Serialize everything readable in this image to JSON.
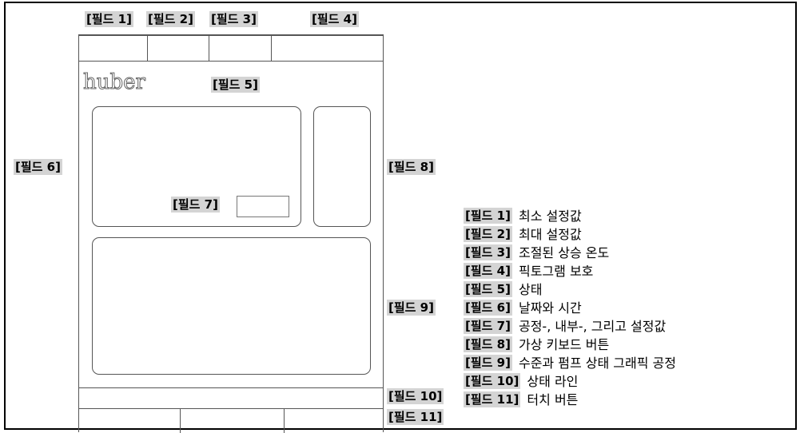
{
  "logo": "huber",
  "tags": {
    "f1": "[필드 1]",
    "f2": "[필드 2]",
    "f3": "[필드 3]",
    "f4": "[필드 4]",
    "f5": "[필드 5]",
    "f6": "[필드 6]",
    "f7": "[필드 7]",
    "f8": "[필드 8]",
    "f9": "[필드 9]",
    "f10": "[필드 10]",
    "f11": "[필드 11]"
  },
  "legend": [
    {
      "tag": "[필드 1]",
      "desc": "최소 설정값"
    },
    {
      "tag": "[필드 2]",
      "desc": "최대 설정값"
    },
    {
      "tag": "[필드 3]",
      "desc": "조절된 상승 온도"
    },
    {
      "tag": "[필드 4]",
      "desc": "픽토그램 보호"
    },
    {
      "tag": "[필드 5]",
      "desc": "상태"
    },
    {
      "tag": "[필드 6]",
      "desc": "날짜와 시간"
    },
    {
      "tag": "[필드 7]",
      "desc": "공정-, 내부-, 그리고 설정값"
    },
    {
      "tag": "[필드 8]",
      "desc": "가상 키보드 버튼"
    },
    {
      "tag": "[필드 9]",
      "desc": "수준과 펌프 상태 그래픽 공정"
    },
    {
      "tag": "[필드 10]",
      "desc": "상태 라인"
    },
    {
      "tag": "[필드 11]",
      "desc": "터치 버튼"
    }
  ]
}
